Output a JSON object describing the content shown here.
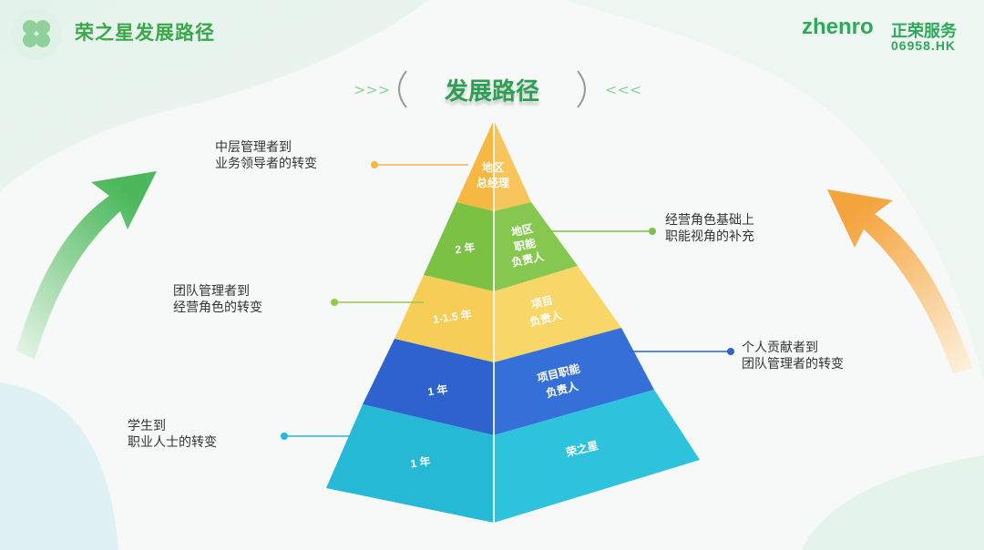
{
  "header": {
    "title": "荣之星发展路径",
    "logo_word": "zhenro",
    "logo_cn": "正荣服务",
    "stock_code": "06958.HK"
  },
  "heading": "发展路径",
  "pyramid": {
    "left_labels": [
      "地区",
      "总经理",
      "2 年",
      "1-1.5 年",
      "1 年",
      "1 年"
    ],
    "right_labels": {
      "regional": [
        "地区",
        "职能",
        "负责人"
      ],
      "project": [
        "项目",
        "负责人"
      ],
      "functional": [
        "项目职能",
        "负责人"
      ],
      "star": "荣之星"
    }
  },
  "notes": [
    [
      "中层管理者到",
      "业务领导者的转变"
    ],
    [
      "经营角色基础上",
      "职能视角的补充"
    ],
    [
      "团队管理者到",
      "经营角色的转变"
    ],
    [
      "个人贡献者到",
      "团队管理者的转变"
    ],
    [
      "学生到",
      "职业人士的转变"
    ]
  ],
  "colors": {
    "orange": "#f6b843",
    "green": "#7bc144",
    "yellow": "#f5cd57",
    "blue": "#2e62cf",
    "cyan": "#26b9d6",
    "title_green": "#3aa849"
  }
}
